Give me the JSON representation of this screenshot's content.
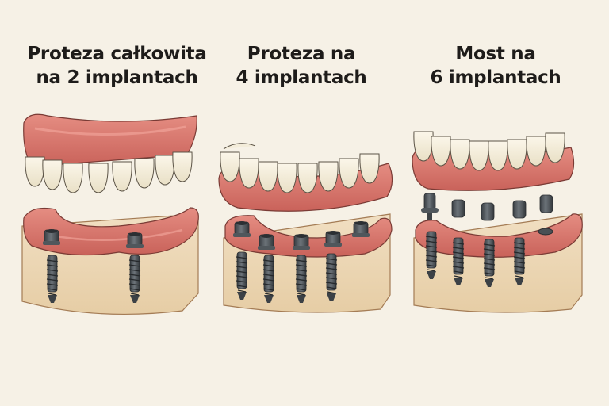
{
  "colors": {
    "background": "#f6f1e6",
    "gum": "#d9766b",
    "gum_dark": "#b8544c",
    "tooth": "#f3ecd9",
    "bone": "#ecd6b3",
    "implant": "#4d5358",
    "text": "#1e1c1a"
  },
  "panels": [
    {
      "title_line1": "Proteza całkowita",
      "title_line2": "na 2 implantach",
      "implant_count": 2,
      "prosthesis": "upper full denture (overdenture)"
    },
    {
      "title_line1": "Proteza na",
      "title_line2": "4 implantach",
      "implant_count": 4,
      "prosthesis": "lower denture on 4 implants"
    },
    {
      "title_line1": "Most na",
      "title_line2": "6 implantach",
      "implant_count": 6,
      "prosthesis": "bridge on 6 implants with separate abutments"
    }
  ]
}
